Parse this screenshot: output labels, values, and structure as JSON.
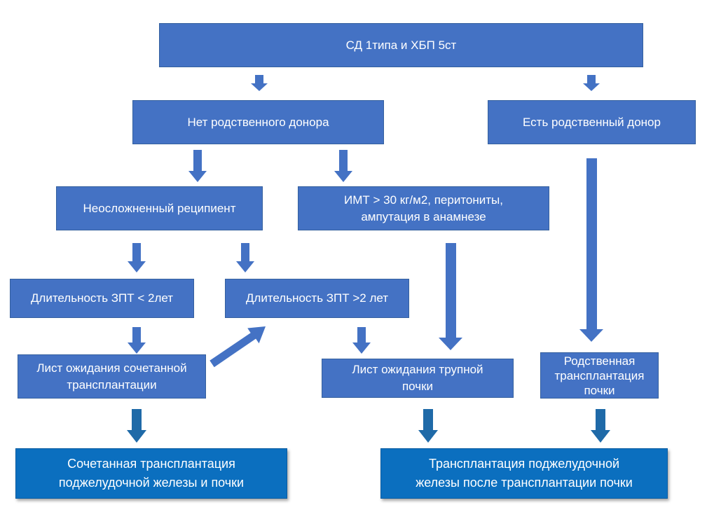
{
  "colors": {
    "box_fill": "#4472c4",
    "final_box_fill": "#0b6fbf",
    "arrow_fill": "#4472c4",
    "final_arrow_fill": "#1f6aa8",
    "text": "#ffffff"
  },
  "nodes": {
    "root": "СД 1типа и ХБП 5ст",
    "no_donor": "Нет родственного донора",
    "has_donor": "Есть родственный донор",
    "uncomplicated": "Неосложненный реципиент",
    "imt": [
      "ИМТ > 30 кг/м2, перитониты,",
      "ампутация  в анамнезе"
    ],
    "rrt_less_2": "Длительность ЗПТ < 2лет",
    "rrt_more_2": "Длительность ЗПТ >2 лет",
    "waitlist_combined": [
      "Лист ожидания сочетанной",
      "трансплантации"
    ],
    "waitlist_cadaver": [
      "Лист ожидания трупной",
      "почки"
    ],
    "related_tx": [
      "Родственная",
      "трансплантация",
      "почки"
    ],
    "combined_tx": [
      "Сочетанная трансплантация",
      "поджелудочной железы и почки"
    ],
    "pak_tx": [
      "Трансплантация поджелудочной",
      "железы после трансплантации почки"
    ]
  }
}
